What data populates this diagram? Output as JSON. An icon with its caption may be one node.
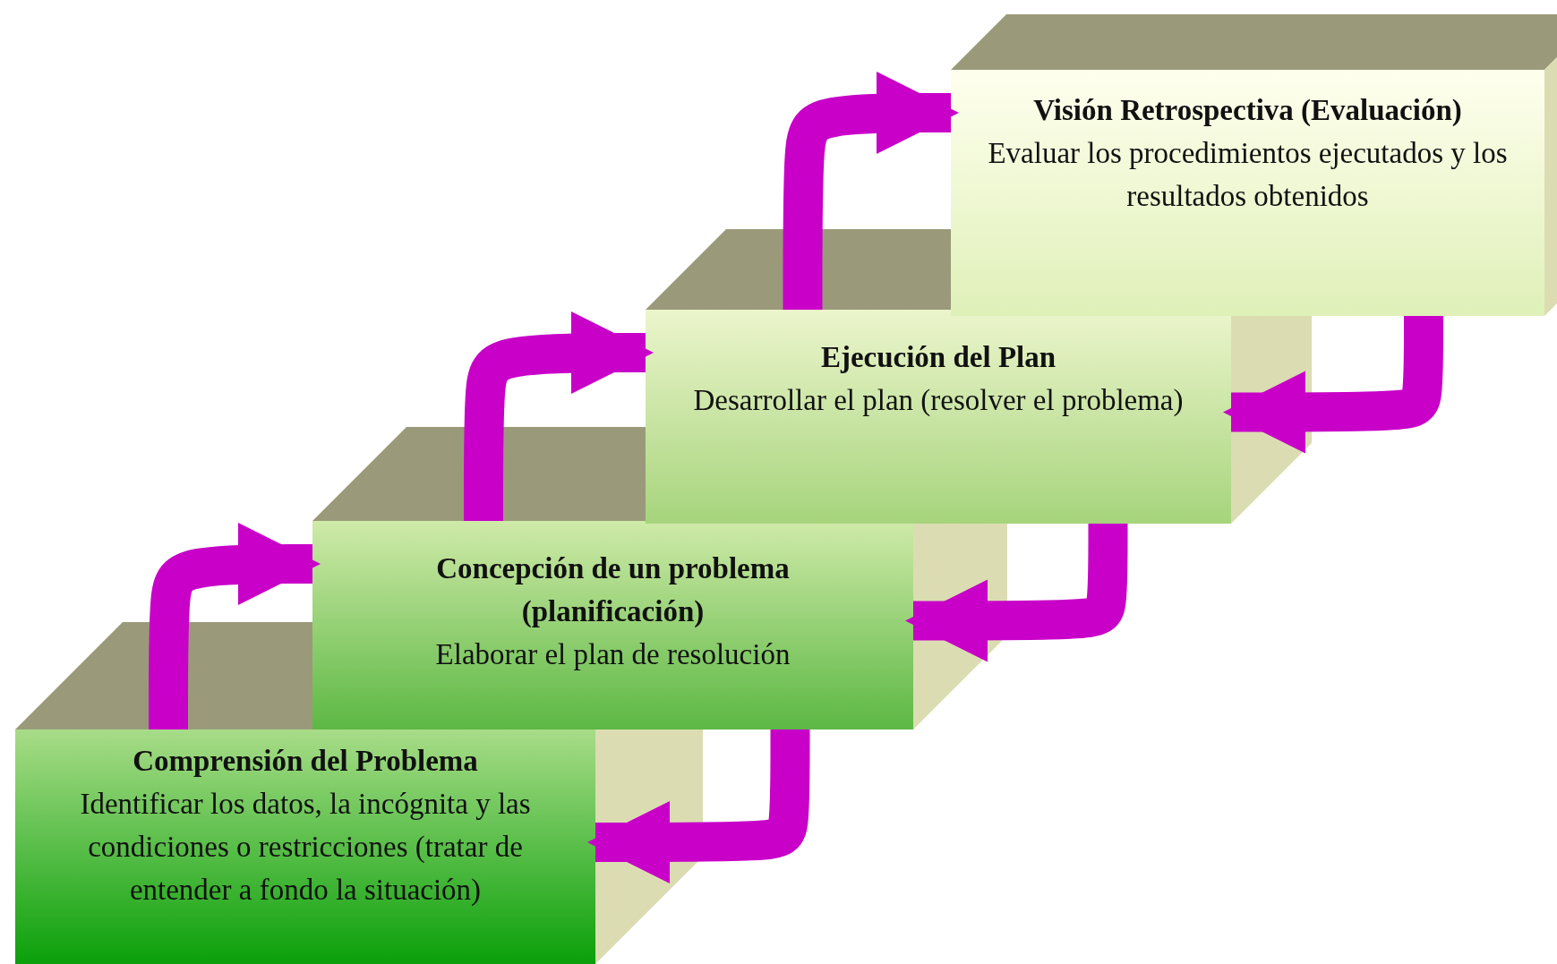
{
  "diagram": {
    "nodes": [
      {
        "text": [
          "Comprensión del Problema",
          "Identificar los datos, la incógnita y las condiciones o restricciones (tratar de entender a fondo la situación)"
        ]
      },
      {
        "text": [
          "Concepción de un problema (planificación)",
          "Elaborar el plan de resolución"
        ]
      },
      {
        "text": [
          "Ejecución del Plan",
          "Desarrollar el plan (resolver el problema)"
        ]
      },
      {
        "text": [
          "Visión Retrospectiva (Evaluación)",
          "Evaluar los procedimientos ejecutados y los resultados obtenidos"
        ]
      }
    ],
    "edges": [
      {
        "from": 0,
        "to": 1,
        "arrow": "to"
      },
      {
        "from": 1,
        "to": 2,
        "arrow": "to"
      },
      {
        "from": 2,
        "to": 3,
        "arrow": "to"
      },
      {
        "from": 3,
        "to": 2,
        "arrow": "to"
      },
      {
        "from": 2,
        "to": 1,
        "arrow": "to"
      },
      {
        "from": 1,
        "to": 0,
        "arrow": "to"
      }
    ]
  }
}
